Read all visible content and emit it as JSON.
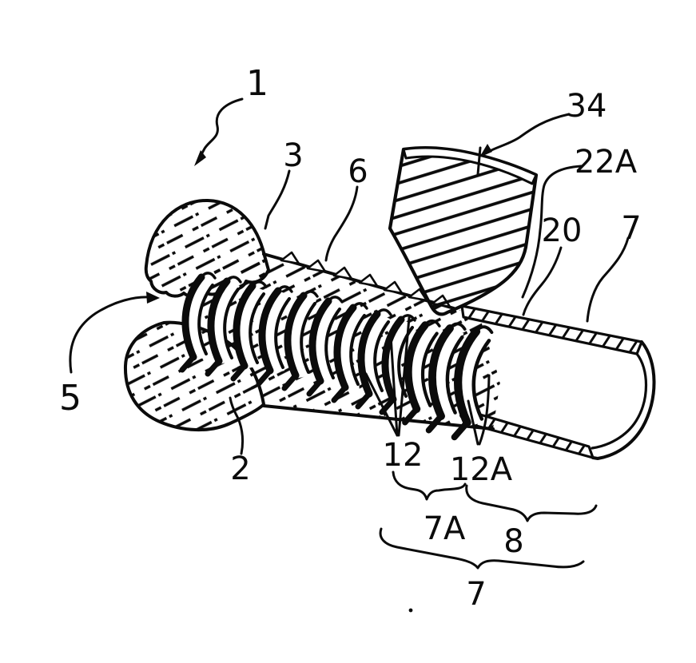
{
  "figure": {
    "background_color": "#ffffff",
    "line_color": "#0b0b0b"
  },
  "labels": {
    "l1": "1",
    "l2": "2",
    "l3": "3",
    "l5": "5",
    "l6": "6",
    "l7_top": "7",
    "l7_bottom": "7",
    "l7a": "7A",
    "l8": "8",
    "l12": "12",
    "l12a": "12A",
    "l20": "20",
    "l22a": "22A",
    "l34": "34"
  }
}
